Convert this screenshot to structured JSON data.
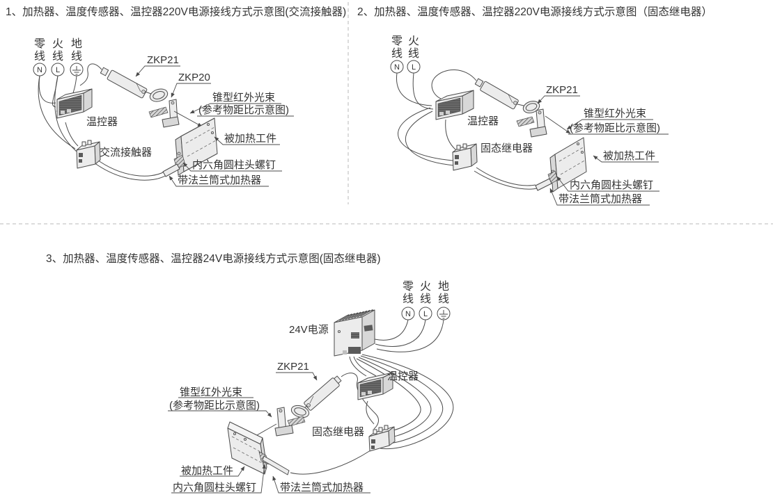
{
  "panel1": {
    "title": "1、加热器、温度传感器、温控器220V电源接线方式示意图(交流接触器)",
    "terminals": {
      "neutral": [
        "零",
        "线"
      ],
      "live": [
        "火",
        "线"
      ],
      "earth": [
        "地",
        "线"
      ],
      "n": "N",
      "l": "L"
    },
    "labels": {
      "zkp21": "ZKP21",
      "zkp20": "ZKP20",
      "controller": "温控器",
      "contactor": "交流接触器",
      "beam1": "锥型红外光束",
      "beam2": "(参考物距比示意图)",
      "workpiece": "被加热工件",
      "screw": "内六角圆柱头螺钉",
      "heater": "带法兰筒式加热器"
    }
  },
  "panel2": {
    "title": "2、加热器、温度传感器、温控器220V电源接线方式示意图（固态继电器）",
    "terminals": {
      "neutral": [
        "零",
        "线"
      ],
      "live": [
        "火",
        "线"
      ],
      "n": "N",
      "l": "L"
    },
    "labels": {
      "zkp21": "ZKP21",
      "controller": "温控器",
      "relay": "固态继电器",
      "beam1": "锥型红外光束",
      "beam2": "(参考物距比示意图)",
      "workpiece": "被加热工件",
      "screw": "内六角圆柱头螺钉",
      "heater": "带法兰筒式加热器"
    }
  },
  "panel3": {
    "title": "3、加热器、温度传感器、温控器24V电源接线方式示意图(固态继电器)",
    "terminals": {
      "neutral": [
        "零",
        "线"
      ],
      "live": [
        "火",
        "线"
      ],
      "earth": [
        "地",
        "线"
      ],
      "n": "N",
      "l": "L"
    },
    "labels": {
      "power": "24V电源",
      "zkp21": "ZKP21",
      "controller": "温控器",
      "relay": "固态继电器",
      "beam1": "锥型红外光束",
      "beam2": "(参考物距比示意图)",
      "workpiece": "被加热工件",
      "screw": "内六角圆柱头螺钉",
      "heater": "带法兰筒式加热器"
    }
  }
}
